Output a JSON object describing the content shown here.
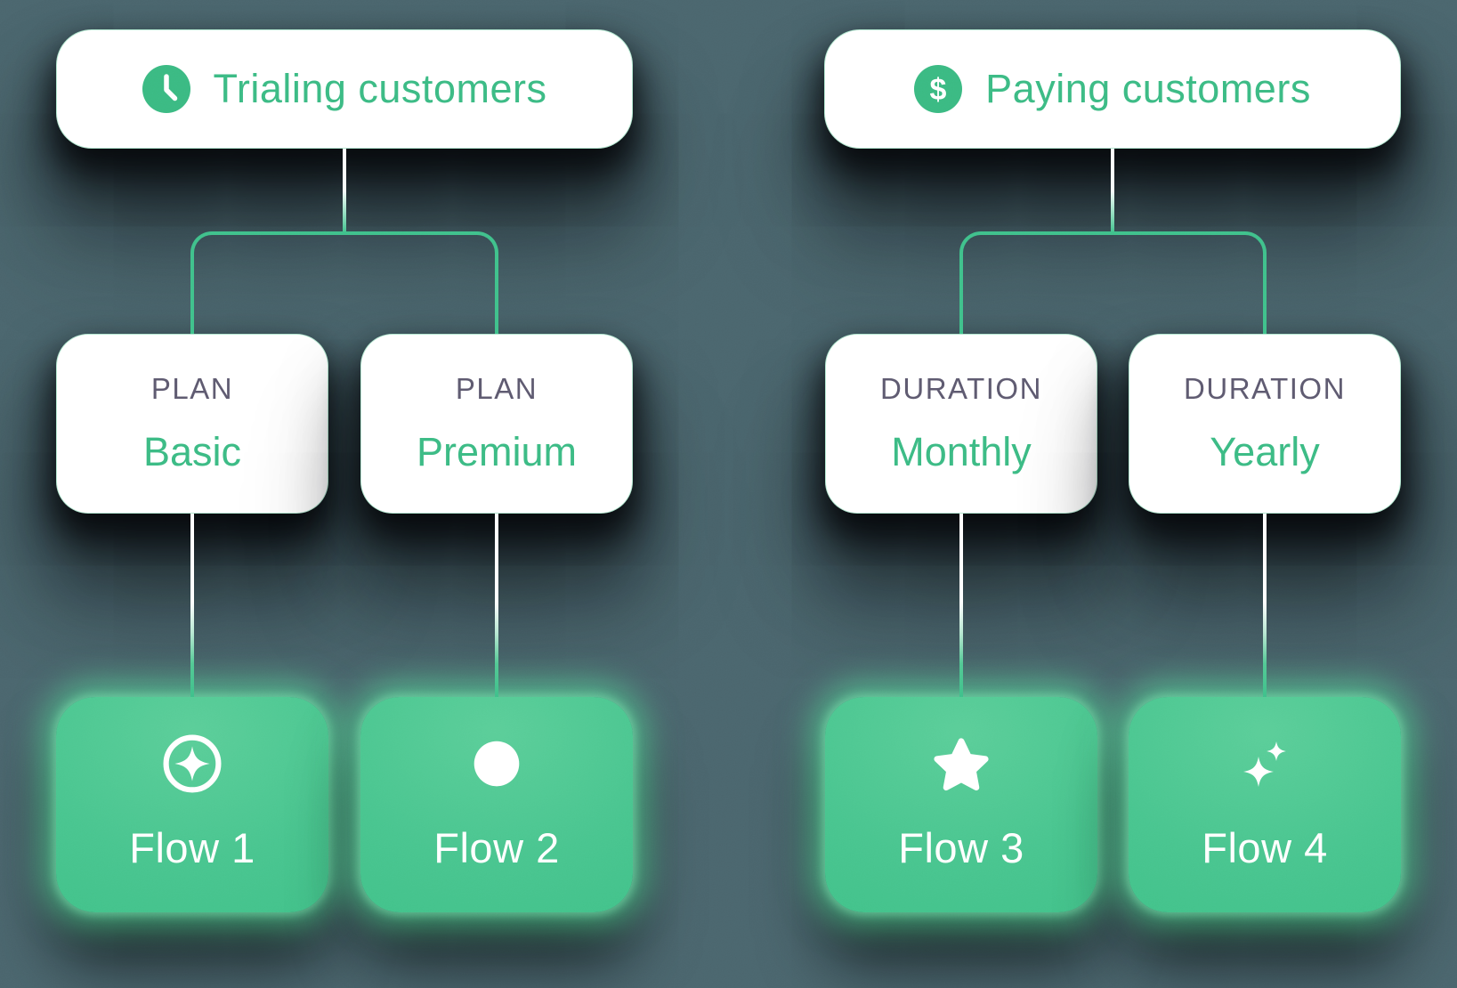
{
  "background": "#4b666e",
  "colors": {
    "accent_green": "#3cbb85",
    "line_green": "#40c18c",
    "icon_green": "#3bba83",
    "tag_color": "#5e5a70",
    "flow_green_light": "#58cc97",
    "flow_green_dark": "#3fc189",
    "card_white": "#ffffff",
    "shadow_black": "#05080b"
  },
  "trees": [
    {
      "header": {
        "icon": "clock-icon",
        "label": "Trialing customers"
      },
      "children": [
        {
          "tag": "PLAN",
          "value": "Basic",
          "flow": {
            "icon": "sparkle-circle-icon",
            "label": "Flow 1"
          }
        },
        {
          "tag": "PLAN",
          "value": "Premium",
          "flow": {
            "icon": "dot-icon",
            "label": "Flow 2"
          }
        }
      ]
    },
    {
      "header": {
        "icon": "dollar-icon",
        "icon_glyph": "$",
        "label": "Paying customers"
      },
      "children": [
        {
          "tag": "DURATION",
          "value": "Monthly",
          "flow": {
            "icon": "star-icon",
            "label": "Flow 3"
          }
        },
        {
          "tag": "DURATION",
          "value": "Yearly",
          "flow": {
            "icon": "sparkles-icon",
            "label": "Flow 4"
          }
        }
      ]
    }
  ]
}
